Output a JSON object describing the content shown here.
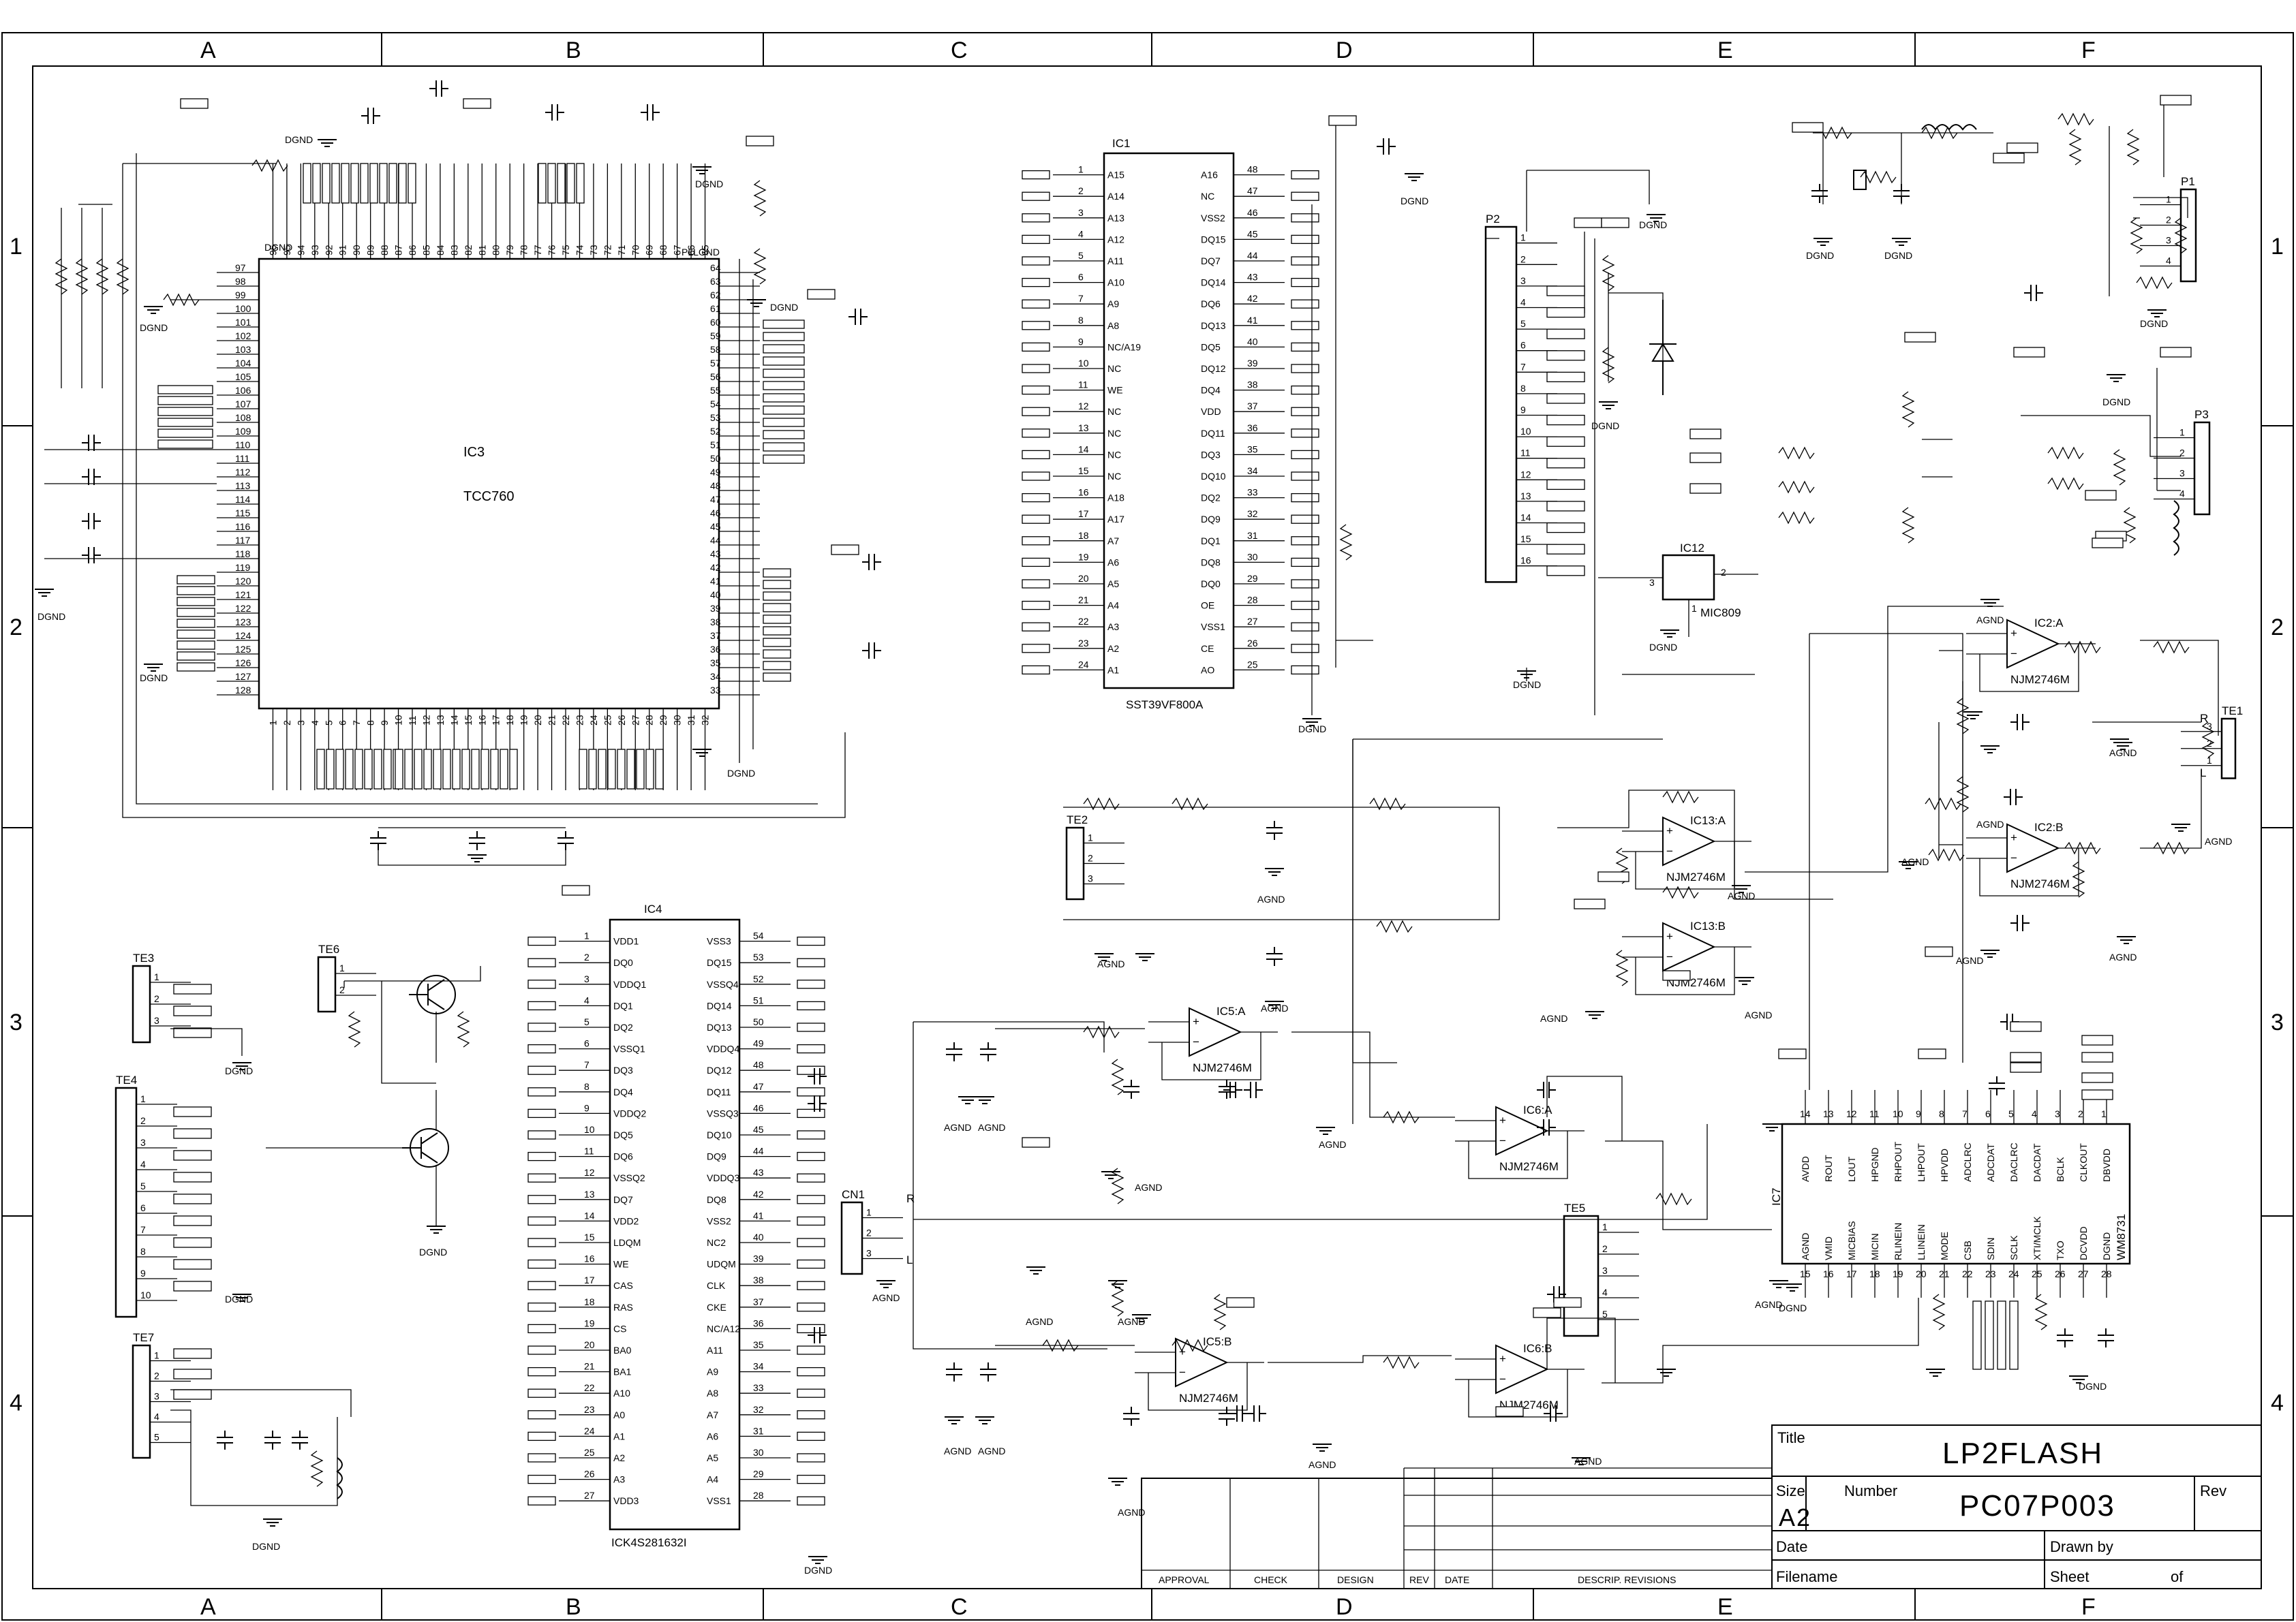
{
  "zones": {
    "columns": [
      "A",
      "B",
      "C",
      "D",
      "E",
      "F"
    ],
    "rows": [
      "1",
      "2",
      "3",
      "4"
    ]
  },
  "title_block": {
    "title_label": "Title",
    "title_value": "LP2FLASH",
    "size_label": "Size",
    "size_value": "A2",
    "number_label": "Number",
    "number_value": "PC07P003",
    "rev_label": "Rev",
    "date_label": "Date",
    "drawn_by_label": "Drawn by",
    "filename_label": "Filename",
    "sheet_label": "Sheet",
    "of_label": "of"
  },
  "revision_block": {
    "approval": "APPROVAL",
    "check": "CHECK",
    "design": "DESIGN",
    "rev": "REV",
    "date": "DATE",
    "descrip": "DESCRIP. REVISIONS"
  },
  "ic3": {
    "ref": "IC3",
    "part": "TCC760",
    "left_pins": [
      "97",
      "98",
      "99",
      "100",
      "101",
      "102",
      "103",
      "104",
      "105",
      "106",
      "107",
      "108",
      "109",
      "110",
      "111",
      "112",
      "113",
      "114",
      "115",
      "116",
      "117",
      "118",
      "119",
      "120",
      "121",
      "122",
      "123",
      "124",
      "125",
      "126",
      "127",
      "128"
    ],
    "right_pins": [
      "64",
      "63",
      "62",
      "61",
      "60",
      "59",
      "58",
      "57",
      "56",
      "55",
      "54",
      "53",
      "52",
      "51",
      "50",
      "49",
      "48",
      "47",
      "46",
      "45",
      "44",
      "43",
      "42",
      "41",
      "40",
      "39",
      "38",
      "37",
      "36",
      "35",
      "34",
      "33"
    ],
    "top_pins": [
      "96",
      "95",
      "94",
      "93",
      "92",
      "91",
      "90",
      "89",
      "88",
      "87",
      "86",
      "85",
      "84",
      "83",
      "82",
      "81",
      "80",
      "79",
      "78",
      "77",
      "76",
      "75",
      "74",
      "73",
      "72",
      "71",
      "70",
      "69",
      "68",
      "67",
      "66",
      "65"
    ],
    "bottom_pins": [
      "1",
      "2",
      "3",
      "4",
      "5",
      "6",
      "7",
      "8",
      "9",
      "10",
      "11",
      "12",
      "13",
      "14",
      "15",
      "16",
      "17",
      "18",
      "19",
      "20",
      "21",
      "22",
      "23",
      "24",
      "25",
      "26",
      "27",
      "28",
      "29",
      "30",
      "31",
      "32"
    ]
  },
  "ic1": {
    "ref": "IC1",
    "part": "SST39VF800A",
    "left": [
      {
        "n": "1",
        "s": "A15"
      },
      {
        "n": "2",
        "s": "A14"
      },
      {
        "n": "3",
        "s": "A13"
      },
      {
        "n": "4",
        "s": "A12"
      },
      {
        "n": "5",
        "s": "A11"
      },
      {
        "n": "6",
        "s": "A10"
      },
      {
        "n": "7",
        "s": "A9"
      },
      {
        "n": "8",
        "s": "A8"
      },
      {
        "n": "9",
        "s": "NC/A19"
      },
      {
        "n": "10",
        "s": "NC"
      },
      {
        "n": "11",
        "s": "WE"
      },
      {
        "n": "12",
        "s": "NC"
      },
      {
        "n": "13",
        "s": "NC"
      },
      {
        "n": "14",
        "s": "NC"
      },
      {
        "n": "15",
        "s": "NC"
      },
      {
        "n": "16",
        "s": "A18"
      },
      {
        "n": "17",
        "s": "A17"
      },
      {
        "n": "18",
        "s": "A7"
      },
      {
        "n": "19",
        "s": "A6"
      },
      {
        "n": "20",
        "s": "A5"
      },
      {
        "n": "21",
        "s": "A4"
      },
      {
        "n": "22",
        "s": "A3"
      },
      {
        "n": "23",
        "s": "A2"
      },
      {
        "n": "24",
        "s": "A1"
      }
    ],
    "right": [
      {
        "n": "48",
        "s": "A16"
      },
      {
        "n": "47",
        "s": "NC"
      },
      {
        "n": "46",
        "s": "VSS2"
      },
      {
        "n": "45",
        "s": "DQ15"
      },
      {
        "n": "44",
        "s": "DQ7"
      },
      {
        "n": "43",
        "s": "DQ14"
      },
      {
        "n": "42",
        "s": "DQ6"
      },
      {
        "n": "41",
        "s": "DQ13"
      },
      {
        "n": "40",
        "s": "DQ5"
      },
      {
        "n": "39",
        "s": "DQ12"
      },
      {
        "n": "38",
        "s": "DQ4"
      },
      {
        "n": "37",
        "s": "VDD"
      },
      {
        "n": "36",
        "s": "DQ11"
      },
      {
        "n": "35",
        "s": "DQ3"
      },
      {
        "n": "34",
        "s": "DQ10"
      },
      {
        "n": "33",
        "s": "DQ2"
      },
      {
        "n": "32",
        "s": "DQ9"
      },
      {
        "n": "31",
        "s": "DQ1"
      },
      {
        "n": "30",
        "s": "DQ8"
      },
      {
        "n": "29",
        "s": "DQ0"
      },
      {
        "n": "28",
        "s": "OE"
      },
      {
        "n": "27",
        "s": "VSS1"
      },
      {
        "n": "26",
        "s": "CE"
      },
      {
        "n": "25",
        "s": "AO"
      }
    ]
  },
  "ic4": {
    "ref": "IC4",
    "part": "ICK4S281632I",
    "left": [
      {
        "n": "1",
        "s": "VDD1"
      },
      {
        "n": "2",
        "s": "DQ0"
      },
      {
        "n": "3",
        "s": "VDDQ1"
      },
      {
        "n": "4",
        "s": "DQ1"
      },
      {
        "n": "5",
        "s": "DQ2"
      },
      {
        "n": "6",
        "s": "VSSQ1"
      },
      {
        "n": "7",
        "s": "DQ3"
      },
      {
        "n": "8",
        "s": "DQ4"
      },
      {
        "n": "9",
        "s": "VDDQ2"
      },
      {
        "n": "10",
        "s": "DQ5"
      },
      {
        "n": "11",
        "s": "DQ6"
      },
      {
        "n": "12",
        "s": "VSSQ2"
      },
      {
        "n": "13",
        "s": "DQ7"
      },
      {
        "n": "14",
        "s": "VDD2"
      },
      {
        "n": "15",
        "s": "LDQM"
      },
      {
        "n": "16",
        "s": "WE"
      },
      {
        "n": "17",
        "s": "CAS"
      },
      {
        "n": "18",
        "s": "RAS"
      },
      {
        "n": "19",
        "s": "CS"
      },
      {
        "n": "20",
        "s": "BA0"
      },
      {
        "n": "21",
        "s": "BA1"
      },
      {
        "n": "22",
        "s": "A10"
      },
      {
        "n": "23",
        "s": "A0"
      },
      {
        "n": "24",
        "s": "A1"
      },
      {
        "n": "25",
        "s": "A2"
      },
      {
        "n": "26",
        "s": "A3"
      },
      {
        "n": "27",
        "s": "VDD3"
      }
    ],
    "right": [
      {
        "n": "54",
        "s": "VSS3"
      },
      {
        "n": "53",
        "s": "DQ15"
      },
      {
        "n": "52",
        "s": "VSSQ4"
      },
      {
        "n": "51",
        "s": "DQ14"
      },
      {
        "n": "50",
        "s": "DQ13"
      },
      {
        "n": "49",
        "s": "VDDQ4"
      },
      {
        "n": "48",
        "s": "DQ12"
      },
      {
        "n": "47",
        "s": "DQ11"
      },
      {
        "n": "46",
        "s": "VSSQ3"
      },
      {
        "n": "45",
        "s": "DQ10"
      },
      {
        "n": "44",
        "s": "DQ9"
      },
      {
        "n": "43",
        "s": "VDDQ3"
      },
      {
        "n": "42",
        "s": "DQ8"
      },
      {
        "n": "41",
        "s": "VSS2"
      },
      {
        "n": "40",
        "s": "NC2"
      },
      {
        "n": "39",
        "s": "UDQM"
      },
      {
        "n": "38",
        "s": "CLK"
      },
      {
        "n": "37",
        "s": "CKE"
      },
      {
        "n": "36",
        "s": "NC/A12"
      },
      {
        "n": "35",
        "s": "A11"
      },
      {
        "n": "34",
        "s": "A9"
      },
      {
        "n": "33",
        "s": "A8"
      },
      {
        "n": "32",
        "s": "A7"
      },
      {
        "n": "31",
        "s": "A6"
      },
      {
        "n": "30",
        "s": "A5"
      },
      {
        "n": "29",
        "s": "A4"
      },
      {
        "n": "28",
        "s": "VSS1"
      }
    ]
  },
  "ic7": {
    "ref": "IC7",
    "part": "WM8731",
    "top": [
      {
        "n": "14",
        "s": "AVDD"
      },
      {
        "n": "13",
        "s": "ROUT"
      },
      {
        "n": "12",
        "s": "LOUT"
      },
      {
        "n": "11",
        "s": "HPGND"
      },
      {
        "n": "10",
        "s": "RHPOUT"
      },
      {
        "n": "9",
        "s": "LHPOUT"
      },
      {
        "n": "8",
        "s": "HPVDD"
      },
      {
        "n": "7",
        "s": "ADCLRC"
      },
      {
        "n": "6",
        "s": "ADCDAT"
      },
      {
        "n": "5",
        "s": "DACLRC"
      },
      {
        "n": "4",
        "s": "DACDAT"
      },
      {
        "n": "3",
        "s": "BCLK"
      },
      {
        "n": "2",
        "s": "CLKOUT"
      },
      {
        "n": "1",
        "s": "DBVDD"
      }
    ],
    "bottom": [
      {
        "n": "15",
        "s": "AGND"
      },
      {
        "n": "16",
        "s": "VMID"
      },
      {
        "n": "17",
        "s": "MICBIAS"
      },
      {
        "n": "18",
        "s": "MICIN"
      },
      {
        "n": "19",
        "s": "RLINEIN"
      },
      {
        "n": "20",
        "s": "LLINEIN"
      },
      {
        "n": "21",
        "s": "MODE"
      },
      {
        "n": "22",
        "s": "CSB"
      },
      {
        "n": "23",
        "s": "SDIN"
      },
      {
        "n": "24",
        "s": "SCLK"
      },
      {
        "n": "25",
        "s": "XTI/MCLK"
      },
      {
        "n": "26",
        "s": "TXO"
      },
      {
        "n": "27",
        "s": "DCVDD"
      },
      {
        "n": "28",
        "s": "DGND"
      }
    ]
  },
  "opamps": [
    {
      "ref": "IC2:A",
      "part": "NJM2746M"
    },
    {
      "ref": "IC2:B",
      "part": "NJM2746M"
    },
    {
      "ref": "IC13:A",
      "part": "NJM2746M"
    },
    {
      "ref": "IC13:B",
      "part": "NJM2746M"
    },
    {
      "ref": "IC5:A",
      "part": "NJM2746M"
    },
    {
      "ref": "IC5:B",
      "part": "NJM2746M"
    },
    {
      "ref": "IC6:A",
      "part": "NJM2746M"
    },
    {
      "ref": "IC6:B",
      "part": "NJM2746M"
    }
  ],
  "ic12": {
    "ref": "IC12",
    "part": "MIC809",
    "pins": [
      "3",
      "2",
      "1"
    ]
  },
  "connectors": {
    "p1": {
      "ref": "P1",
      "pins": [
        "1",
        "2",
        "3",
        "4"
      ]
    },
    "p2": {
      "ref": "P2",
      "pins": [
        "1",
        "2",
        "3",
        "4",
        "5",
        "6",
        "7",
        "8",
        "9",
        "10",
        "11",
        "12",
        "13",
        "14",
        "15",
        "16"
      ]
    },
    "p3": {
      "ref": "P3",
      "pins": [
        "1",
        "2",
        "3",
        "4"
      ]
    },
    "te1": {
      "ref": "TE1",
      "pins": [
        "3",
        "2",
        "1"
      ],
      "r": "R",
      "l": "L"
    },
    "te2": {
      "ref": "TE2",
      "pins": [
        "1",
        "2",
        "3"
      ]
    },
    "te3": {
      "ref": "TE3",
      "pins": [
        "1",
        "2",
        "3"
      ]
    },
    "te4": {
      "ref": "TE4",
      "pins": [
        "1",
        "2",
        "3",
        "4",
        "5",
        "6",
        "7",
        "8",
        "9",
        "10"
      ]
    },
    "te5": {
      "ref": "TE5",
      "pins": [
        "1",
        "2",
        "3",
        "4",
        "5"
      ]
    },
    "te6": {
      "ref": "TE6",
      "pins": [
        "1",
        "2"
      ]
    },
    "te7": {
      "ref": "TE7",
      "pins": [
        "1",
        "2",
        "3",
        "4",
        "5"
      ]
    },
    "cn1": {
      "ref": "CN1",
      "pins": [
        "1",
        "2",
        "3"
      ],
      "r": "R",
      "l": "L"
    }
  },
  "nets": {
    "dgnd": "DGND",
    "agnd": "AGND",
    "pllgnd": "PLLGND"
  }
}
